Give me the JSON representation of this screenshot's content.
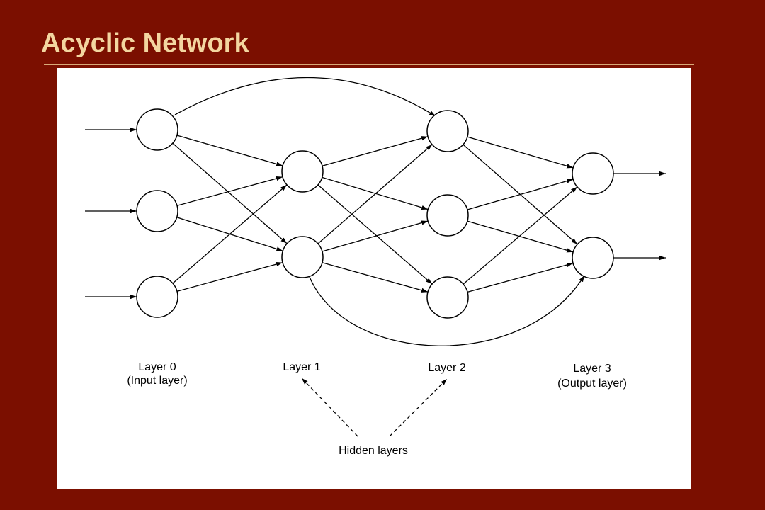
{
  "slide": {
    "title": "Acyclic Network"
  },
  "diagram": {
    "layers": [
      {
        "line1": "Layer 0",
        "line2": "(Input layer)",
        "node_count": 3
      },
      {
        "line1": "Layer 1",
        "line2": "",
        "node_count": 2
      },
      {
        "line1": "Layer 2",
        "line2": "",
        "node_count": 3
      },
      {
        "line1": "Layer 3",
        "line2": "(Output layer)",
        "node_count": 2
      }
    ],
    "hidden_label": "Hidden layers",
    "edges": [
      [
        "L0N0",
        "L1N0"
      ],
      [
        "L0N0",
        "L1N1"
      ],
      [
        "L0N1",
        "L1N0"
      ],
      [
        "L0N1",
        "L1N1"
      ],
      [
        "L0N2",
        "L1N0"
      ],
      [
        "L0N2",
        "L1N1"
      ],
      [
        "L1N0",
        "L2N0"
      ],
      [
        "L1N0",
        "L2N1"
      ],
      [
        "L1N0",
        "L2N2"
      ],
      [
        "L1N1",
        "L2N0"
      ],
      [
        "L1N1",
        "L2N1"
      ],
      [
        "L1N1",
        "L2N2"
      ],
      [
        "L2N0",
        "L3N0"
      ],
      [
        "L2N0",
        "L3N1"
      ],
      [
        "L2N1",
        "L3N0"
      ],
      [
        "L2N1",
        "L3N1"
      ],
      [
        "L2N2",
        "L3N0"
      ],
      [
        "L2N2",
        "L3N1"
      ]
    ],
    "skip_edges": [
      [
        "L0N0",
        "L2N0"
      ],
      [
        "L1N1",
        "L3N1"
      ]
    ],
    "inputs": [
      "L0N0",
      "L0N1",
      "L0N2"
    ],
    "outputs": [
      "L3N0",
      "L3N1"
    ]
  }
}
